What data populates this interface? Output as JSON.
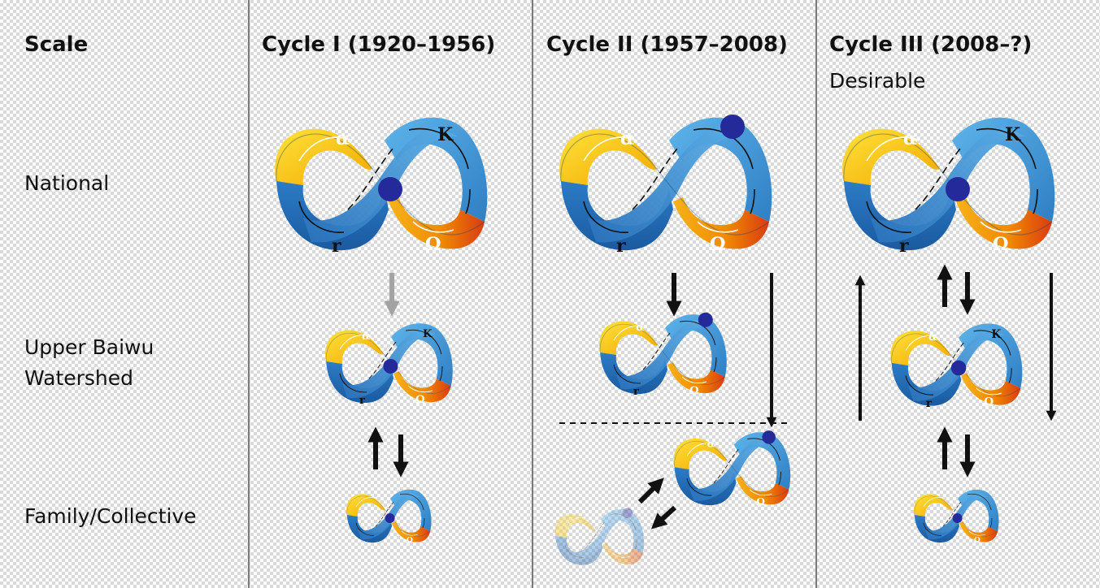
{
  "header": {
    "scale": "Scale",
    "cycle1": "Cycle I (1920–1956)",
    "cycle2": "Cycle II (1957–2008)",
    "cycle3": "Cycle III (2008–?)",
    "cycle3_sub": "Desirable"
  },
  "rows": {
    "national": "National",
    "watershed_line1": "Upper Baiwu",
    "watershed_line2": "Watershed",
    "family": "Family/Collective"
  },
  "symbols": {
    "alpha": "α",
    "kappa": "K",
    "r": "r",
    "omega": "Ω"
  },
  "colors": {
    "yellow": "#f6c000",
    "orange": "#f08a00",
    "red": "#d93b12",
    "blue_light": "#4aa3e0",
    "blue_dark": "#1f66ad",
    "marker": "#242a9a",
    "divider": "#7a7a7a",
    "arrow_grey": "#a3a3a3"
  }
}
